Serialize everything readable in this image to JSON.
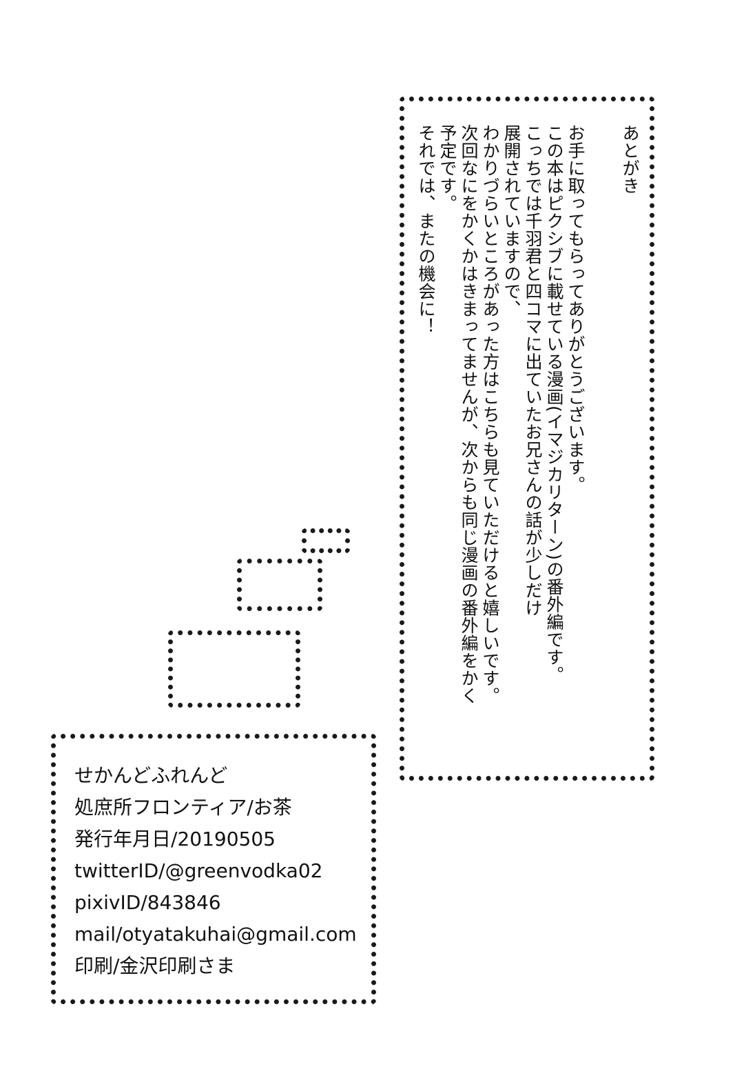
{
  "afterword": {
    "title": "あとがき",
    "lines": [
      "お手に取ってもらってありがとうございます。",
      "この本はピクシブに載せている漫画(イマジカリターン)の番外編です。",
      "こっちでは千羽君と四コマに出ていたお兄さんの話が少しだけ",
      "展開されていますので、",
      "わかりづらいところがあった方はこちらも見ていただけると嬉しいです。",
      "次回なにをかくかはきまってませんが、次からも同じ漫画の番外編をかく",
      "予定です。",
      "それでは、またの機会に！"
    ]
  },
  "colophon": {
    "title": "せかんどふれんど",
    "circle": "処庶所フロンティア/お茶",
    "date": "発行年月日/20190505",
    "twitter": "twitterID/@greenvodka02",
    "pixiv": "pixivID/843846",
    "mail": "mail/otyatakuhai@gmail.com",
    "printer": "印刷/金沢印刷さま"
  }
}
